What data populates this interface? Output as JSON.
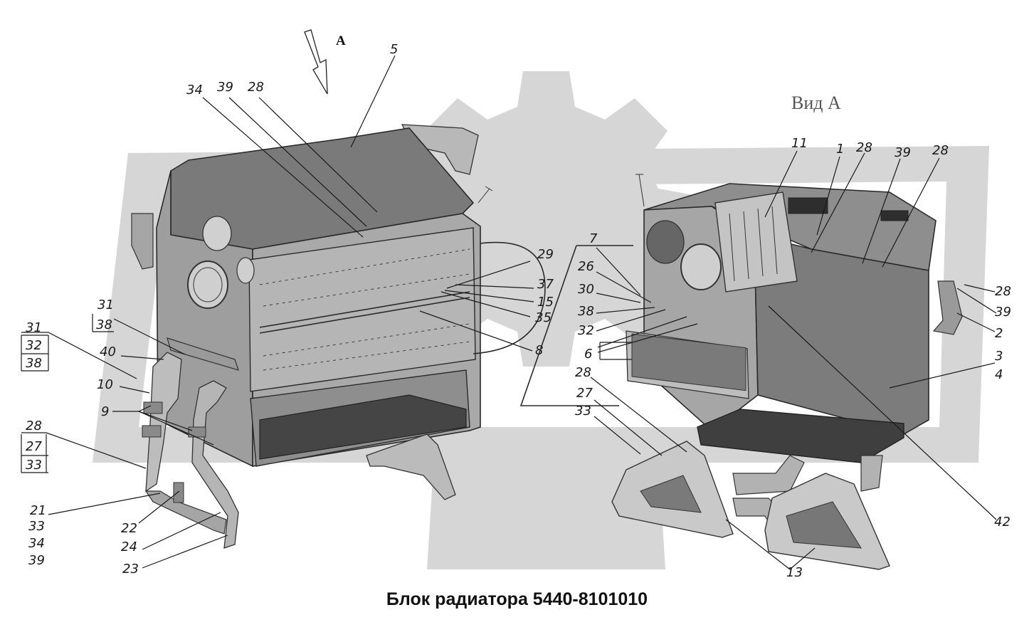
{
  "caption": "Блок радиатора 5440-8101010",
  "view_title": "Вид А",
  "arrow_letter": "А",
  "colors": {
    "watermark": "#d4d4d4",
    "body_dark": "#737373",
    "body_mid": "#9a9a9a",
    "body_light": "#c6c6c6",
    "ink": "#1a1a1a"
  },
  "left_labels": {
    "l5": "5",
    "l34": "34",
    "l39": "39",
    "l28": "28",
    "l29": "29",
    "l37": "37",
    "l15": "15",
    "l35": "35",
    "l8": "8",
    "l31a": "31",
    "l38a": "38",
    "l31b": "31",
    "l32b": "32",
    "l38b": "38",
    "l40": "40",
    "l10": "10",
    "l9": "9",
    "l28c": "28",
    "l27c": "27",
    "l33c": "33",
    "l21": "21",
    "l33d": "33",
    "l34d": "34",
    "l39d": "39",
    "l22": "22",
    "l24": "24",
    "l23": "23"
  },
  "right_labels": {
    "r11": "11",
    "r1": "1",
    "r28a": "28",
    "r39a": "39",
    "r28b": "28",
    "r7": "7",
    "r26": "26",
    "r30": "30",
    "r38": "38",
    "r32": "32",
    "r6": "6",
    "r28c": "28",
    "r27": "27",
    "r33": "33",
    "r28d": "28",
    "r39d": "39",
    "r2": "2",
    "r3": "3",
    "r4": "4",
    "r42": "42",
    "r13": "13"
  }
}
